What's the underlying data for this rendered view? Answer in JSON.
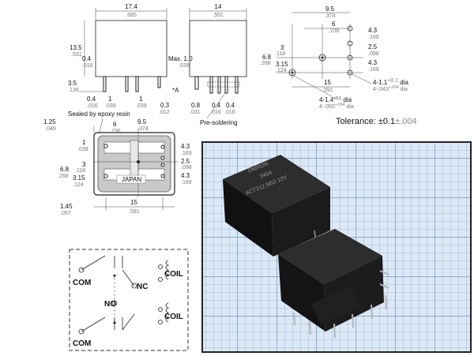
{
  "front_view": {
    "width": "17.4",
    "width_in": ".685",
    "height": "13.5",
    "height_in": ".531",
    "lead": "0.4",
    "lead_in": ".016",
    "lead_len": "3.5",
    "lead_len_in": ".138",
    "pin_w": "0.4",
    "pin_w_in": ".016",
    "pitch_a": "1",
    "pitch_a_in": ".039",
    "pitch_b": "1",
    "pitch_b_in": ".039",
    "gap": "0.3",
    "gap_in": ".012"
  },
  "side_view": {
    "width": "14",
    "width_in": ".551",
    "max": "Max. 1.0",
    "max_in": ".039",
    "star": "*A",
    "p1": "0.8",
    "p1_in": ".031",
    "p2": "0.4",
    "p2_in": ".016",
    "p3": "0.4",
    "p3_in": ".016",
    "pre_soldering": "Pre-soldering"
  },
  "pcb_view": {
    "d95": "9.5",
    "d95_in": ".374",
    "d6": "6",
    "d6_in": ".236",
    "d3": "3",
    "d3_in": ".118",
    "d68": "6.8",
    "d68_in": ".268",
    "d315": "3.15",
    "d315_in": ".124",
    "d15": "15",
    "d15_in": ".591",
    "d43a": "4.3",
    "d43a_in": ".169",
    "d25": "2.5",
    "d25_in": ".098",
    "d43b": "4.3",
    "d43b_in": ".169",
    "hole1": "4-1.1",
    "hole1_sup": "+0.1",
    "hole1_sub": "0",
    "hole1_in": "4-.043",
    "hole1_in_sup": "+.004",
    "hole1_in_sub": "0",
    "dia": "dia",
    "hole2": "4-1.4",
    "hole2_sup": "+0.1",
    "hole2_sub": "0",
    "hole2_in": "4-.055",
    "hole2_in_sup": "+.004",
    "hole2_in_sub": "0"
  },
  "tolerance": {
    "label": "Tolerance: ",
    "mm": "±0.1",
    "inch": "±.004"
  },
  "bottom_view": {
    "sealed": "Sealed by epoxy resin",
    "d125": "1.25",
    "d125_in": ".049",
    "d6": "6",
    "d6_in": ".236",
    "d95": "9.5",
    "d95_in": ".374",
    "d1": "1",
    "d1_in": ".039",
    "d3": "3",
    "d3_in": ".118",
    "d68": "6.8",
    "d68_in": ".268",
    "d315": "3.15",
    "d315_in": ".124",
    "d145": "1.45",
    "d145_in": ".057",
    "d15": "15",
    "d15_in": ".591",
    "d43a": "4.3",
    "d43a_in": ".169",
    "d25": "2.5",
    "d25_in": ".098",
    "d43b": "4.3",
    "d43b_in": ".169",
    "japan": "JAPAN"
  },
  "schematic": {
    "com_top": "COM",
    "com_bottom": "COM",
    "no": "NO",
    "nc": "NC",
    "coil_top": "COIL",
    "coil_bottom": "COIL"
  },
  "photo": {
    "marking_1": "ACT212 M52 12V",
    "marking_2": "3404",
    "marking_3": "OMRON",
    "grid_color": "#4f7fbf",
    "bg_color": "#dce9f5"
  }
}
